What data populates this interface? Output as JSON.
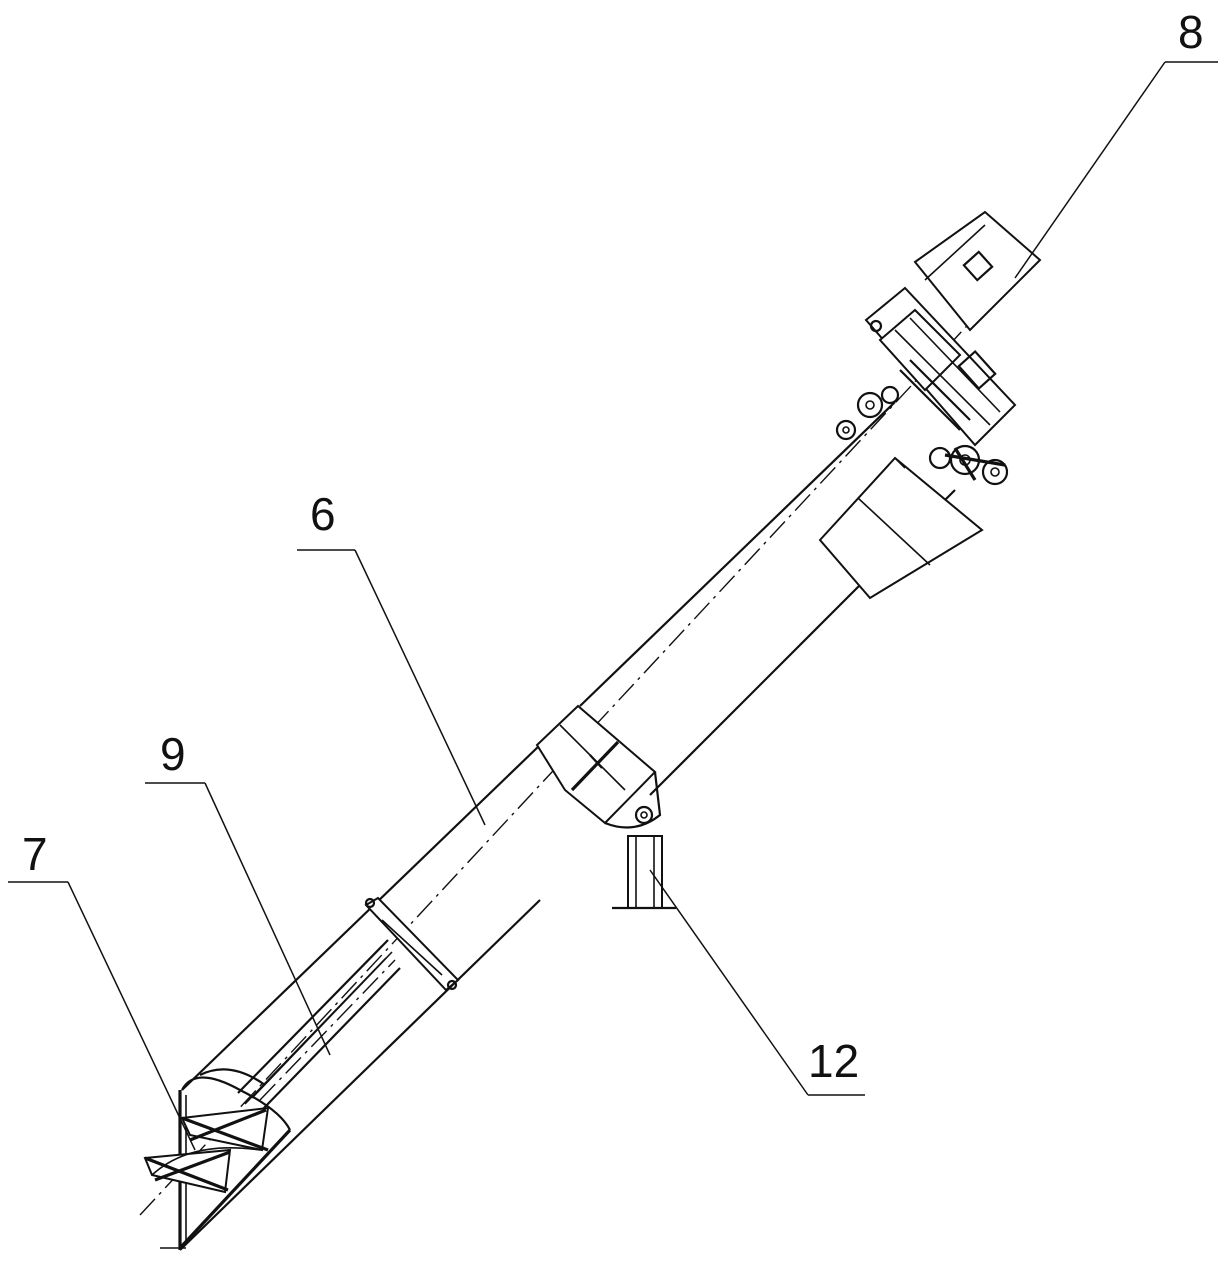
{
  "callouts": {
    "label_8": "8",
    "label_6": "6",
    "label_9": "9",
    "label_7": "7",
    "label_12": "12"
  }
}
